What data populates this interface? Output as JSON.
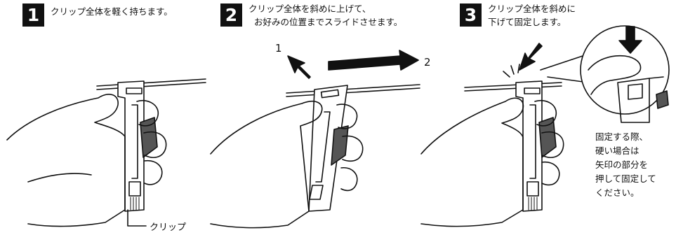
{
  "steps": [
    {
      "number": "1",
      "text": "クリップ全体を軽く持ちます。"
    },
    {
      "number": "2",
      "text": "クリップ全体を斜めに上げて、\n  お好みの位置までスライドさせます。"
    },
    {
      "number": "3",
      "text": "クリップ全体を斜めに\n下げて固定します。"
    }
  ],
  "arrow_labels": {
    "up": "1",
    "right": "2"
  },
  "part_label": "クリップ",
  "note": "固定する際、\n硬い場合は\n矢印の部分を\n押して固定して\nください。"
}
